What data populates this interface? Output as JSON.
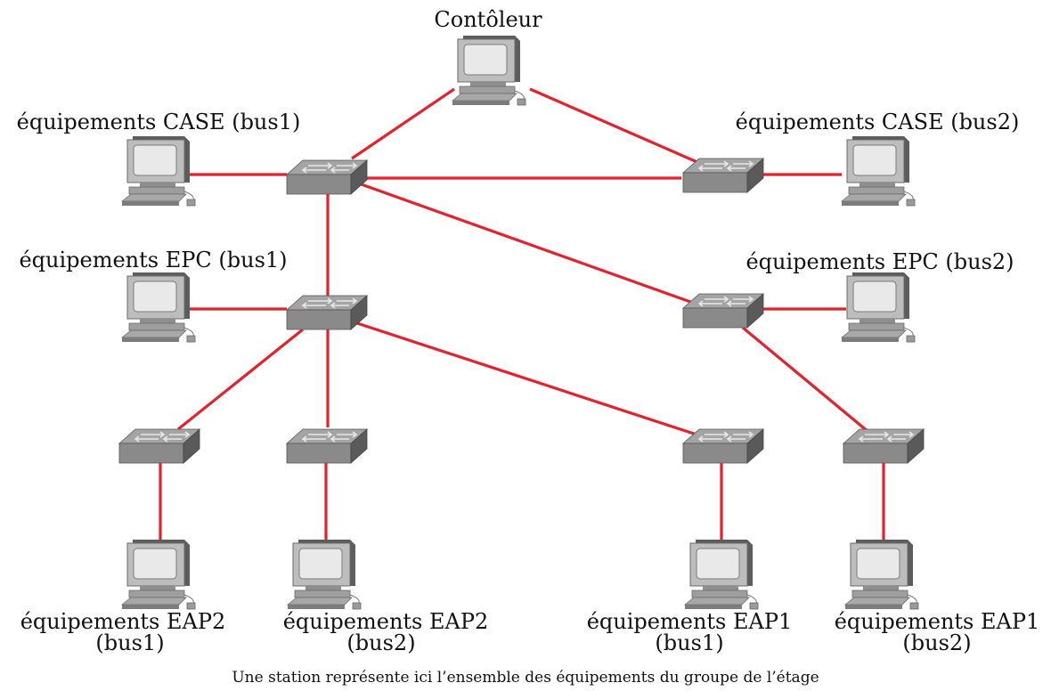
{
  "diagram": {
    "type": "network-topology",
    "link_color": "#e3222d",
    "caption": "Une station représente ici l’ensemble des équipements du groupe de l’étage",
    "stations": {
      "controleur": {
        "label": "Contôleur",
        "icon": "computer-icon"
      },
      "case_bus1": {
        "label": "équipements CASE (bus1)",
        "icon": "computer-icon"
      },
      "case_bus2": {
        "label": "équipements CASE (bus2)",
        "icon": "computer-icon"
      },
      "epc_bus1": {
        "label": "équipements EPC (bus1)",
        "icon": "computer-icon"
      },
      "epc_bus2": {
        "label": "équipements EPC (bus2)",
        "icon": "computer-icon"
      },
      "eap2_bus1": {
        "label_line1": "équipements EAP2",
        "label_line2": "(bus1)",
        "icon": "computer-icon"
      },
      "eap2_bus2": {
        "label_line1": "équipements EAP2",
        "label_line2": "(bus2)",
        "icon": "computer-icon"
      },
      "eap1_bus1": {
        "label_line1": "équipements EAP1",
        "label_line2": "(bus1)",
        "icon": "computer-icon"
      },
      "eap1_bus2": {
        "label_line1": "équipements EAP1",
        "label_line2": "(bus2)",
        "icon": "computer-icon"
      }
    },
    "switch_icon": "switch-icon"
  }
}
